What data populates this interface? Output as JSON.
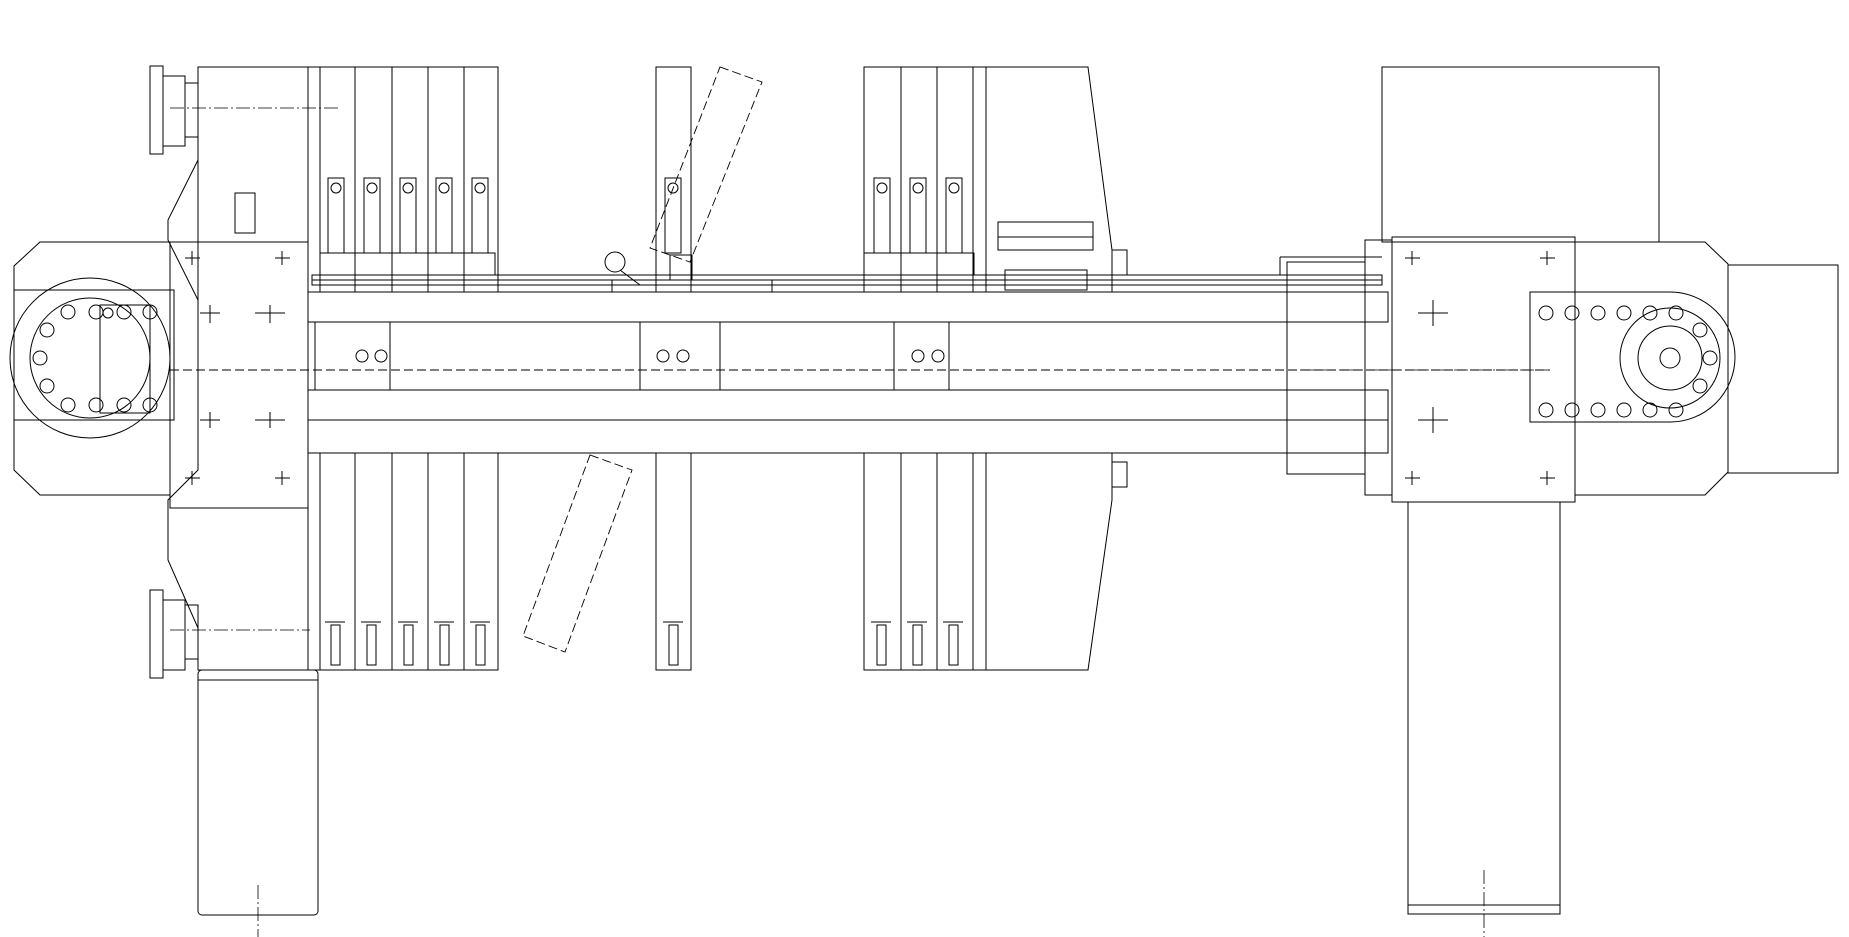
{
  "drawing": {
    "title": "",
    "kind": "mechanical-plan-view",
    "line_color": "#000000",
    "background": "#ffffff"
  },
  "components": {
    "plates_left_count": 5,
    "plates_middle_count": 1,
    "plates_right_count": 3,
    "bolt_holes_left_end_count": 12,
    "bolt_holes_right_end_count": 12
  }
}
